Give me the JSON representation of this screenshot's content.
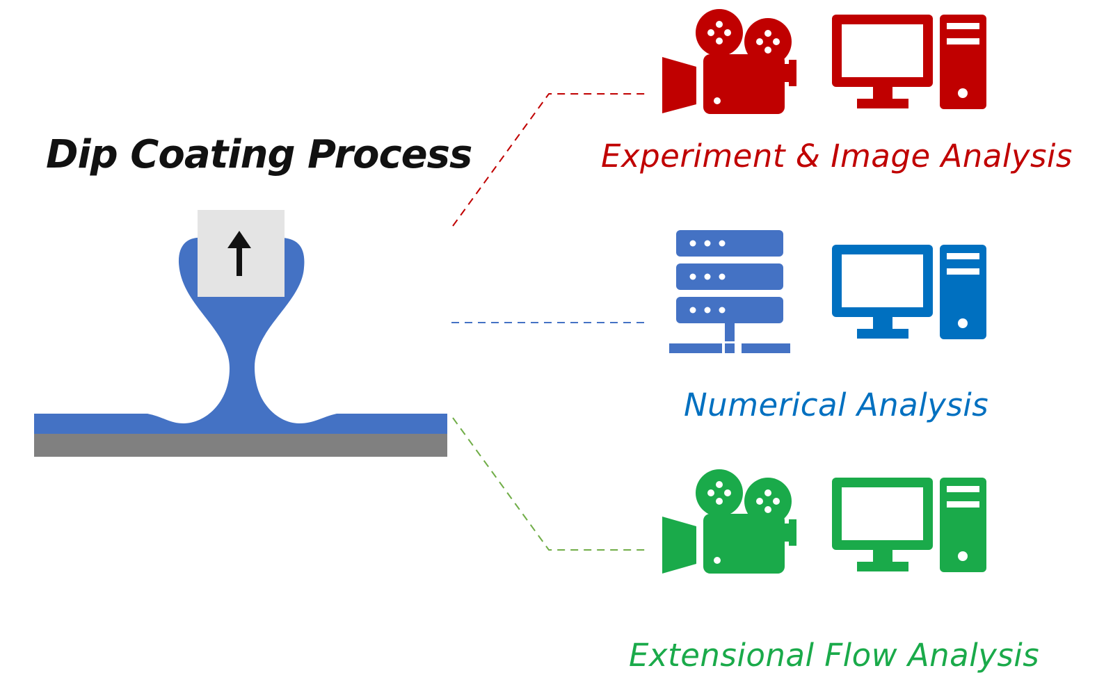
{
  "title": "Dip Coating Process",
  "colors": {
    "experiment": "#c00000",
    "numerical_server": "#4472c4",
    "numerical_computer": "#0070c0",
    "extensional": "#1aaa4a",
    "liquid": "#4472c4",
    "substrate": "#808080",
    "plate": "#e4e4e4"
  },
  "branches": [
    {
      "label": "Experiment & Image Analysis",
      "icons": [
        "movie-camera-icon",
        "desktop-computer-icon"
      ]
    },
    {
      "label": "Numerical Analysis",
      "icons": [
        "server-network-icon",
        "desktop-computer-icon"
      ]
    },
    {
      "label": "Extensional Flow Analysis",
      "icons": [
        "movie-camera-icon",
        "desktop-computer-icon"
      ]
    }
  ]
}
